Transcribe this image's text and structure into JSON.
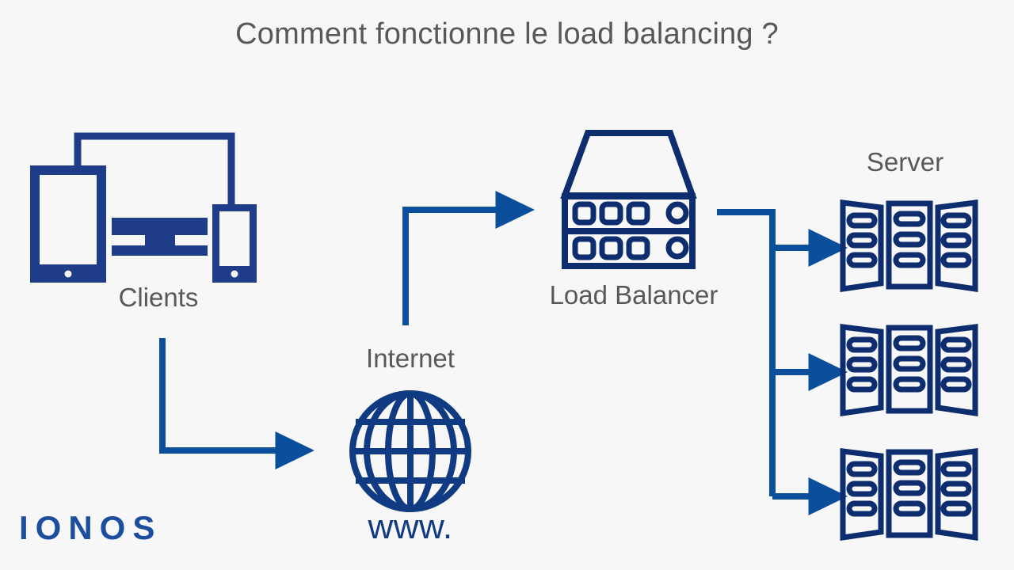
{
  "page": {
    "title": "Comment fonctionne le load balancing ?",
    "background_color": "#f7f7f7",
    "text_color": "#58585a",
    "icon_color": "#1f3c88",
    "server_color": "#0d2d6e",
    "arrow_color": "#0b4f9c",
    "logo_color": "#1c4ea0"
  },
  "nodes": {
    "clients": {
      "label": "Clients",
      "icon": "devices-icon",
      "devices": [
        "tablet",
        "desktop-monitor",
        "smartphone"
      ]
    },
    "internet": {
      "label": "Internet",
      "icon": "globe-icon",
      "caption": "www."
    },
    "load_balancer": {
      "label": "Load Balancer",
      "icon": "server-rack-icon",
      "units": 2,
      "leds_per_unit": 3
    },
    "server": {
      "label": "Server",
      "icon": "server-cabinet-icon",
      "count": 3,
      "panels_per_server": 3,
      "slots_per_panel": 3
    }
  },
  "connections": [
    {
      "name": "clients-to-internet",
      "from": "clients",
      "to": "internet",
      "arrow": true
    },
    {
      "name": "internet-to-load-balancer",
      "from": "internet",
      "to": "load_balancer",
      "arrow": true
    },
    {
      "name": "load-balancer-to-server-1",
      "from": "load_balancer",
      "to": "server-1",
      "arrow": true
    },
    {
      "name": "load-balancer-to-server-2",
      "from": "load_balancer",
      "to": "server-2",
      "arrow": true
    },
    {
      "name": "load-balancer-to-server-3",
      "from": "load_balancer",
      "to": "server-3",
      "arrow": true
    }
  ],
  "branding": {
    "logo_text": "IONOS"
  }
}
